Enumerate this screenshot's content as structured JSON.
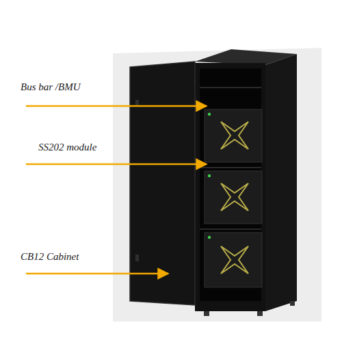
{
  "diagram": {
    "labels": [
      "Bus bar /BMU",
      "SS202 module",
      "CB12 Cabinet"
    ]
  }
}
